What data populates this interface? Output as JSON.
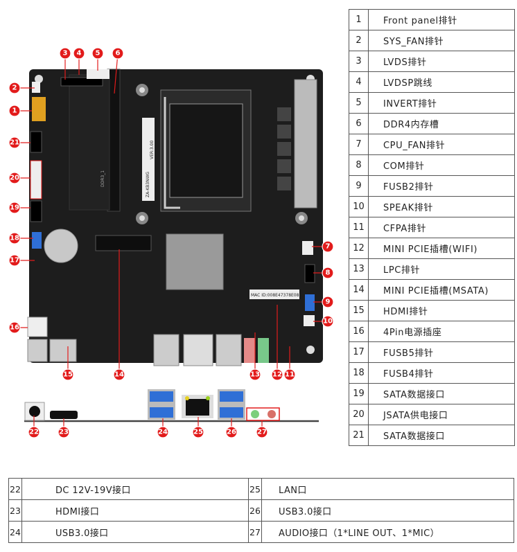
{
  "parts": [
    {
      "num": "1",
      "label": "Front panel排针"
    },
    {
      "num": "2",
      "label": "SYS_FAN排针"
    },
    {
      "num": "3",
      "label": "LVDS排针"
    },
    {
      "num": "4",
      "label": "LVDSP跳线"
    },
    {
      "num": "5",
      "label": "INVERT排针"
    },
    {
      "num": "6",
      "label": "DDR4内存槽"
    },
    {
      "num": "7",
      "label": "CPU_FAN排针"
    },
    {
      "num": "8",
      "label": "COM排针"
    },
    {
      "num": "9",
      "label": "FUSB2排针"
    },
    {
      "num": "10",
      "label": "SPEAK排针"
    },
    {
      "num": "11",
      "label": "CFPA排针"
    },
    {
      "num": "12",
      "label": "MINI PCIE插槽(WIFI)"
    },
    {
      "num": "13",
      "label": "LPC排针"
    },
    {
      "num": "14",
      "label": "MINI PCIE插槽(MSATA)"
    },
    {
      "num": "15",
      "label": "HDMI排针"
    },
    {
      "num": "16",
      "label": "4Pin电源插座"
    },
    {
      "num": "17",
      "label": "FUSB5排针"
    },
    {
      "num": "18",
      "label": "FUSB4排针"
    },
    {
      "num": "19",
      "label": "SATA数据接口"
    },
    {
      "num": "20",
      "label": "JSATA供电接口"
    },
    {
      "num": "21",
      "label": "SATA数据接口"
    },
    {
      "num": "22",
      "label": "DC 12V-19V接口"
    },
    {
      "num": "23",
      "label": "HDMI接口"
    },
    {
      "num": "24",
      "label": "USB3.0接口"
    },
    {
      "num": "25",
      "label": "LAN口"
    },
    {
      "num": "26",
      "label": "USB3.0接口"
    },
    {
      "num": "27",
      "label": "AUDIO接口（1*LINE OUT、1*MIC）"
    }
  ],
  "board": {
    "sticker_model": "ZA-KB3NWG",
    "sticker_ver": "VER:3.00",
    "mac_label": "MAC ID:008E47378E08",
    "slot_label": "DDR3_1"
  },
  "colors": {
    "callout": "#e21b1b",
    "board": "#1d1d1d",
    "usb": "#2f6fd6"
  }
}
